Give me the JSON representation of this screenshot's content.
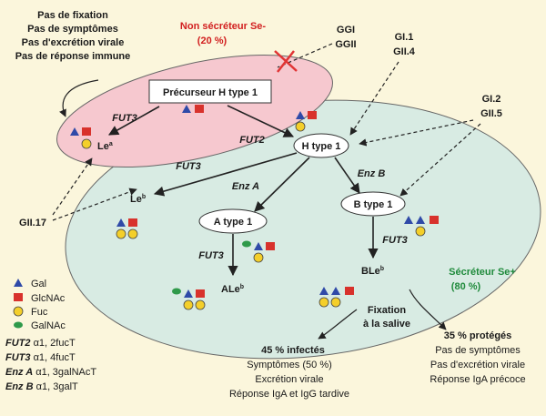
{
  "colors": {
    "background": "#fbf6dc",
    "non_secretor_fill": "#f6c8cf",
    "secretor_fill": "#d8ebe3",
    "gal": "#2f4aa8",
    "glcnac": "#d8322c",
    "fuc": "#f4cf2a",
    "galnac": "#2f9a4a",
    "title_red": "#d22020",
    "title_green": "#1f8a3b"
  },
  "top_left_effects": [
    "Pas de fixation",
    "Pas de symptômes",
    "Pas d'excrétion virale",
    "Pas de réponse immune"
  ],
  "non_secretor": {
    "title": "Non sécréteur Se-",
    "percent": "(20 %)"
  },
  "secretor": {
    "title": "Sécréteur Se+",
    "percent": "(80 %)"
  },
  "genogroups": {
    "ggi": "GGI",
    "ggii": "GGII",
    "gi1": "GI.1",
    "gii4": "GII.4",
    "gi2": "GI.2",
    "gii5": "GII.5",
    "gii17": "GII.17"
  },
  "nodes": {
    "precursor": "Précurseur H type 1",
    "h_type1": "H type 1",
    "a_type1": "A type 1",
    "b_type1": "B type 1"
  },
  "antigens": {
    "lea": {
      "base": "Le",
      "sup": "a"
    },
    "leb": {
      "base": "Le",
      "sup": "b"
    },
    "aleb": {
      "base": "ALe",
      "sup": "b"
    },
    "bleb": {
      "base": "BLe",
      "sup": "b"
    }
  },
  "enzyme_labels": {
    "fut3_a": "FUT3",
    "fut2": "FUT2",
    "fut3_b": "FUT3",
    "enz_a": "Enz A",
    "enz_b": "Enz B",
    "fut3_c": "FUT3",
    "fut3_d": "FUT3"
  },
  "legend": [
    {
      "icon": "gal-triangle-icon",
      "label": "Gal"
    },
    {
      "icon": "glcnac-square-icon",
      "label": "GlcNAc"
    },
    {
      "icon": "fuc-circle-icon",
      "label": "Fuc"
    },
    {
      "icon": "galnac-ellipse-icon",
      "label": "GalNAc"
    }
  ],
  "enzyme_legend": [
    {
      "name": "FUT2",
      "desc": "α1, 2fucT"
    },
    {
      "name": "FUT3",
      "desc": "α1, 4fucT"
    },
    {
      "name": "Enz A",
      "desc": "α1, 3galNAcT"
    },
    {
      "name": "Enz B",
      "desc": "α1, 3galT"
    }
  ],
  "fixation": [
    "Fixation",
    "à la salive"
  ],
  "infected": {
    "title": "45 % infectés",
    "lines": [
      "Symptômes (50 %)",
      "Excrétion virale",
      "Réponse IgA et IgG tardive"
    ]
  },
  "protected": {
    "title": "35 % protégés",
    "lines": [
      "Pas de symptômes",
      "Pas d'excrétion virale",
      "Réponse IgA précoce"
    ]
  }
}
